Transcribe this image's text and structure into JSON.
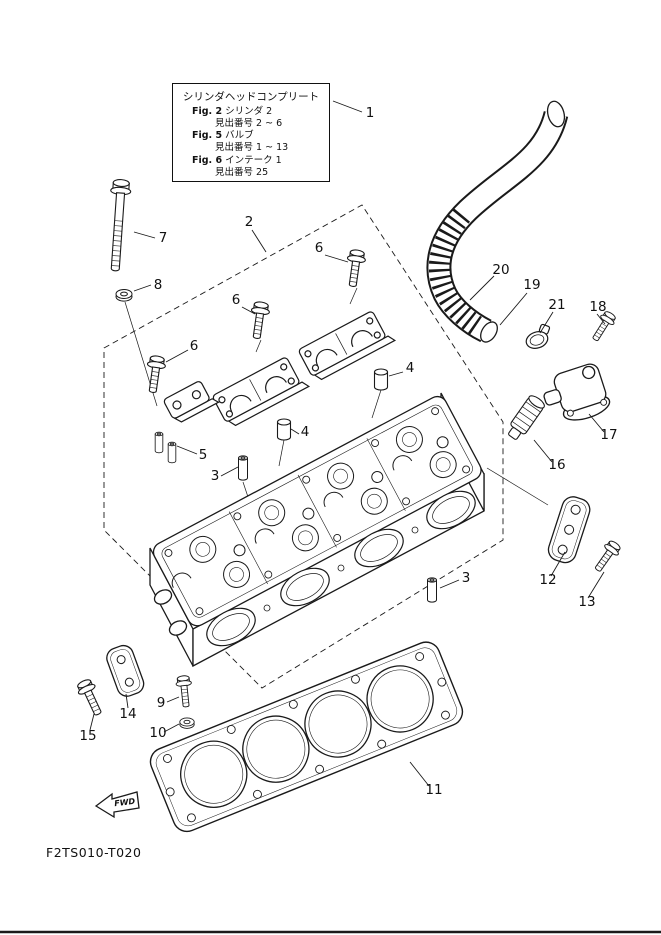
{
  "note_box": {
    "title": "シリンダヘッドコンプリート",
    "entries": [
      {
        "fig": "Fig. 2",
        "name": "シリンダ 2",
        "ref": "見出番号 2 ~ 6"
      },
      {
        "fig": "Fig. 5",
        "name": "バルブ",
        "ref": "見出番号 1 ~ 13"
      },
      {
        "fig": "Fig. 6",
        "name": "インテーク 1",
        "ref": "見出番号 25"
      }
    ]
  },
  "callouts": {
    "c1": "1",
    "c2": "2",
    "c3a": "3",
    "c3b": "3",
    "c4a": "4",
    "c4b": "4",
    "c5": "5",
    "c6a": "6",
    "c6b": "6",
    "c6c": "6",
    "c7": "7",
    "c8": "8",
    "c9": "9",
    "c10": "10",
    "c11": "11",
    "c12": "12",
    "c13": "13",
    "c14": "14",
    "c15": "15",
    "c16": "16",
    "c17": "17",
    "c18": "18",
    "c19": "19",
    "c20": "20",
    "c21": "21"
  },
  "footer": {
    "figure_code": "F2TS010-T020",
    "fwd_label": "FWD"
  },
  "colors": {
    "line": "#1a1a1a",
    "background": "#ffffff"
  }
}
